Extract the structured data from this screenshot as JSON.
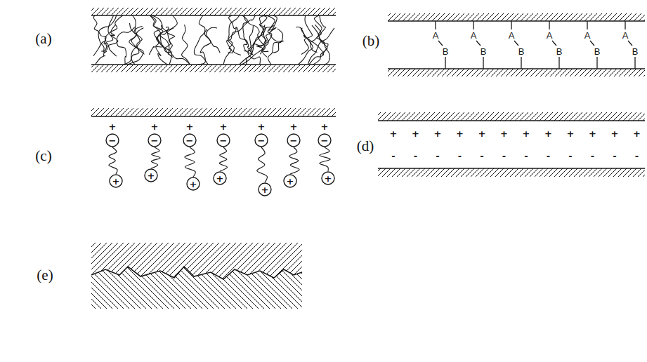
{
  "diagram": {
    "labels": [
      "(a)",
      "(b)",
      "(c)",
      "(d)",
      "(e)",
      "A",
      "B",
      "A",
      "B",
      "A",
      "B",
      "A",
      "B",
      "A",
      "B",
      "A",
      "B",
      "+",
      "−",
      "+",
      "+",
      "−",
      "+",
      "+",
      "−",
      "+",
      "+",
      "−",
      "+",
      "+",
      "−",
      "+",
      "+",
      "−",
      "+",
      "+",
      "−",
      "+",
      "+",
      "+",
      "+",
      "+",
      "+",
      "+",
      "+",
      "+",
      "+",
      "+",
      "+",
      "+",
      "-",
      "-",
      "-",
      "-",
      "-",
      "-",
      "-",
      "-",
      "-",
      "-",
      "-",
      "-"
    ]
  }
}
